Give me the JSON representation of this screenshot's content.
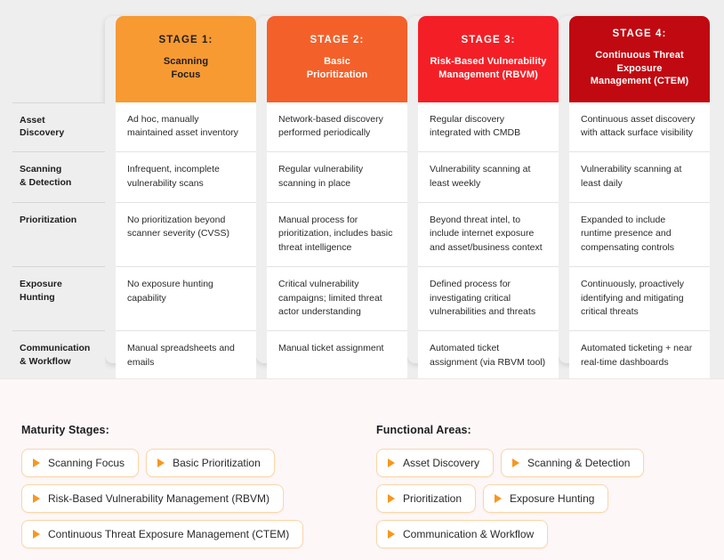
{
  "colors": {
    "stage1": "#f79a32",
    "stage2": "#f4602a",
    "stage3": "#f41f26",
    "stage4": "#c10911",
    "matrix_bg": "#eeeeee",
    "legend_bg": "#fdf7f8",
    "chip_border": "#fbd6a8",
    "accent_triangle": "#f7971e"
  },
  "matrix": {
    "stages": [
      {
        "number": "STAGE 1:",
        "name": "Scanning\nFocus",
        "name_lines": [
          "Scanning",
          "Focus"
        ],
        "color": "#f79a32",
        "text_color": "#1d1d1f"
      },
      {
        "number": "STAGE 2:",
        "name": "Basic\nPrioritization",
        "name_lines": [
          "Basic",
          "Prioritization"
        ],
        "color": "#f4602a",
        "text_color": "#ffffff"
      },
      {
        "number": "STAGE 3:",
        "name": "Risk-Based Vulnerability\nManagement (RBVM)",
        "name_lines": [
          "Risk-Based Vulnerability",
          "Management (RBVM)"
        ],
        "color": "#f41f26",
        "text_color": "#ffffff"
      },
      {
        "number": "STAGE 4:",
        "name": "Continuous Threat Exposure\nManagement (CTEM)",
        "name_lines": [
          "Continuous Threat Exposure",
          "Management (CTEM)"
        ],
        "color": "#c10911",
        "text_color": "#ffffff"
      }
    ],
    "rows": [
      {
        "label_lines": [
          "Asset",
          "Discovery"
        ],
        "label": "Asset Discovery",
        "cells": [
          "Ad hoc, manually maintained asset inventory",
          "Network-based discovery performed periodically",
          "Regular discovery integrated with CMDB",
          "Continuous asset discovery with attack surface visibility"
        ]
      },
      {
        "label_lines": [
          "Scanning",
          "& Detection"
        ],
        "label": "Scanning & Detection",
        "cells": [
          "Infrequent, incomplete vulnerability scans",
          "Regular vulnerability scanning in place",
          "Vulnerability scanning at least weekly",
          "Vulnerability scanning at least daily"
        ]
      },
      {
        "label_lines": [
          "Prioritization"
        ],
        "label": "Prioritization",
        "cells": [
          "No prioritization beyond scanner severity (CVSS)",
          "Manual process for prioritization, includes basic threat intelligence",
          "Beyond threat intel, to include internet exposure and asset/business context",
          "Expanded to include runtime presence and compensating controls"
        ]
      },
      {
        "label_lines": [
          "Exposure",
          "Hunting"
        ],
        "label": "Exposure Hunting",
        "cells": [
          "No exposure hunting capability",
          "Critical vulnerability campaigns; limited threat actor understanding",
          "Defined process for investigating critical vulnerabilities and threats",
          "Continuously, proactively identifying and mitigating critical threats"
        ]
      },
      {
        "label_lines": [
          "Communication",
          "& Workflow"
        ],
        "label": "Communication & Workflow",
        "cells": [
          "Manual spreadsheets and emails",
          "Manual ticket assignment",
          "Automated ticket assignment (via RBVM tool)",
          "Automated ticketing + near real-time dashboards"
        ]
      }
    ]
  },
  "legend": {
    "stages": {
      "title": "Maturity Stages:",
      "items": [
        "Scanning Focus",
        "Basic Prioritization",
        "Risk-Based Vulnerability Management (RBVM)",
        "Continuous Threat Exposure Management (CTEM)"
      ]
    },
    "areas": {
      "title": "Functional Areas:",
      "items": [
        "Asset Discovery",
        "Scanning & Detection",
        "Prioritization",
        "Exposure Hunting",
        "Communication & Workflow"
      ]
    }
  }
}
